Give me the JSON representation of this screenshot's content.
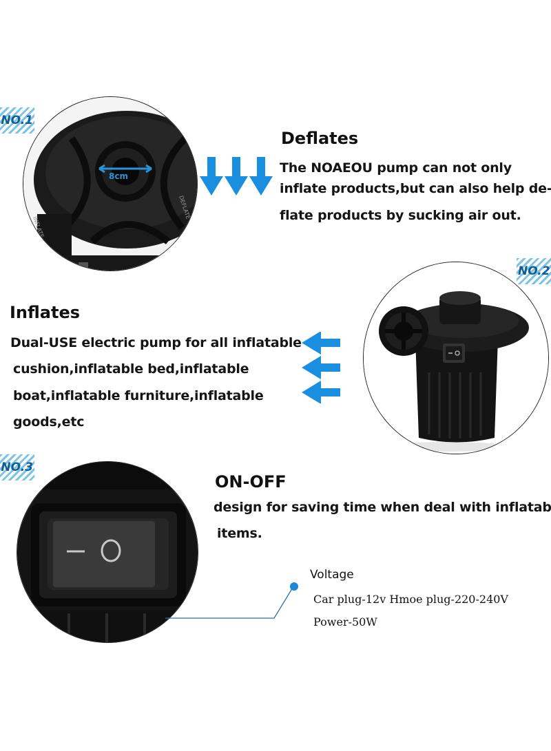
{
  "badges": {
    "no1": "NO.1",
    "no2": "NO.2",
    "no3": "NO.3"
  },
  "deflate": {
    "title": "Deflates",
    "lines": [
      "The NOAEOU pump can not only",
      "inflate products,but can also help de-",
      "flate products by sucking air out."
    ],
    "nozzle_label": "8cm",
    "dial_left": "INFLATE",
    "dial_right": "DEFLATE"
  },
  "inflate": {
    "title": "Inflates",
    "lines": [
      "Dual-USE electric pump for all inflatable",
      "cushion,inflatable bed,inflatable",
      "boat,inflatable furniture,inflatable",
      "goods,etc"
    ]
  },
  "onoff": {
    "title": "ON-OFF",
    "lines": [
      "design for saving time when deal with inflatable",
      "items."
    ],
    "switch_off": "O",
    "switch_on": "—"
  },
  "spec": {
    "title": "Voltage",
    "line1": "Car plug-12v Hmoe plug-220-240V",
    "line2": "Power-50W"
  },
  "colors": {
    "arrow": "#1a8fe0",
    "accent": "#1e88d8",
    "device": "#141414"
  }
}
